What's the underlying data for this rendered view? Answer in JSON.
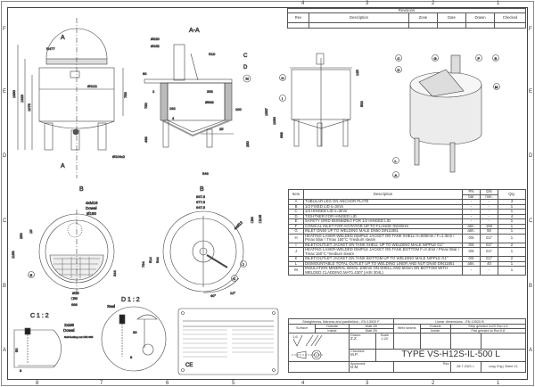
{
  "zones": {
    "top": [
      "4",
      "3",
      "2",
      "1"
    ],
    "bottom": [
      "8",
      "7",
      "6",
      "5",
      "4",
      "3",
      "2",
      "1"
    ],
    "left": [
      "F",
      "E",
      "D",
      "C",
      "B",
      "A"
    ],
    "right": [
      "F",
      "E",
      "D",
      "C",
      "B",
      "A"
    ]
  },
  "revisions": {
    "title": "Revisions",
    "headers": [
      "Rev",
      "Description",
      "Zone",
      "Date",
      "Drawn",
      "Checked"
    ]
  },
  "views": {
    "front": {
      "section_a": "A",
      "section_b": "B",
      "labels": [
        "R477",
        "1880",
        "1323",
        "1078",
        "756",
        "Ø1111",
        "Ø104x2"
      ]
    },
    "section_aa": {
      "title": "A-A",
      "labels": [
        "Ø220",
        "Ø152",
        "R10",
        "80",
        "353",
        "Ø892",
        "2",
        "192",
        "4",
        "750",
        "100",
        "498",
        "25",
        "250",
        "546",
        "C",
        "D",
        "M"
      ]
    },
    "side": {
      "labels": [
        "125",
        "1587",
        "1090",
        "698",
        "500",
        "H",
        "I"
      ]
    },
    "iso": {
      "labels": [
        "C",
        "G",
        "F",
        "B",
        "D",
        "M",
        "L",
        "A"
      ]
    },
    "top_view": {
      "labels": [
        "4xM16",
        "Dowel",
        "Ø180",
        "1158",
        "250",
        "15",
        "344",
        "Ø25",
        "□55",
        "666",
        "E",
        "B"
      ]
    },
    "bottom_view": {
      "title": "B",
      "labels": [
        "867.5",
        "677.5",
        "647.5",
        "4xØ12",
        "□80",
        "□105",
        "764",
        "514",
        "544",
        "40°",
        "12°",
        "J",
        "K"
      ]
    },
    "detail_c": {
      "title": "C 1 : 2",
      "labels": [
        "2xM6",
        "Dowel",
        "Self-locking nut DIN 985",
        "50",
        "8"
      ]
    },
    "detail_d": {
      "title": "D 1 : 2",
      "labels": [
        "Seal",
        "33",
        "8"
      ]
    },
    "nameplate": {
      "mark": "CE"
    }
  },
  "parts": {
    "headers": {
      "item": "Item",
      "description": "Description",
      "pn": "PN",
      "dn": "DN",
      "pn_unit": "bar",
      "dn_unit": "mm.",
      "qty": "Qty."
    },
    "rows": [
      {
        "item": "A",
        "description": "TUBULAR LEG ON ANCHOR PLATE",
        "pn": "-",
        "dn": "-",
        "qty": "3"
      },
      {
        "item": "B",
        "description": "1/2 FIXED LID s=3mm",
        "pn": "-",
        "dn": "-",
        "qty": "1"
      },
      {
        "item": "C",
        "description": "1/2 HINGED LID s=3mm",
        "pn": "-",
        "dn": "-",
        "qty": "1"
      },
      {
        "item": "D",
        "description": "TIGHTNER FOR HINGED LID",
        "pn": "-",
        "dn": "-",
        "qty": "4"
      },
      {
        "item": "E",
        "description": "SAFETY GRID 55X55/Ø5.0 FOR 1/2 HINGED LID",
        "pn": "-",
        "dn": "-",
        "qty": "1"
      },
      {
        "item": "F",
        "description": "CONICAL INLET FOR AGITATOR UP TO FLANGE Φ220mm",
        "pn": "atm.",
        "dn": "150",
        "qty": "1"
      },
      {
        "item": "G",
        "description": "INLET DN50 UP TO WELDING MALE DN50 DIN11851",
        "pn": "atm.",
        "dn": "50",
        "qty": "1"
      },
      {
        "item": "H",
        "description": "HEATING LASER-WELDED DIMPLE JACKET ON TANK SHELL H=500mm / F=1.3m2 / Pmax 5bar / Tmax 150°C *medium steam",
        "pn": "0/5",
        "dn": "G1\"",
        "qty": "1"
      },
      {
        "item": "I",
        "description": "INLET/OUTLET JACKET ON TANK SHELL UP TO WELDING MALE NIPPLE G1\"",
        "pn": "0/5",
        "dn": "G1\"",
        "qty": "2"
      },
      {
        "item": "J",
        "description": "HEATING LASER-WELDED DIMPLE JACKET ON TANK BOTTOM F=0.3m2 / Pmax 5bar / Tmax 150°C *medium steam",
        "pn": "0/5",
        "dn": "G1\"",
        "qty": "1"
      },
      {
        "item": "K",
        "description": "INLET/OUTLET JACKET ON TANK BOTTOM UP TO WELDING MALE NIPPLE G1\"",
        "pn": "0/5",
        "dn": "G1\"",
        "qty": "2"
      },
      {
        "item": "L",
        "description": "DISMOUNTABLE TOTAL OUTLET UP TO WELDING LINER AND NUT DN40 DIN11851",
        "pn": "atm.",
        "dn": "40",
        "qty": "1"
      },
      {
        "item": "M",
        "description": "INSULATION MINERAL WOOL 100mm ON SHELL AND 50mm ON BOTTOM WITH WELDED CLADDING MAT1.4307 (AISI 304L)",
        "pn": "-",
        "dn": "-",
        "qty": "1"
      }
    ]
  },
  "title_block": {
    "straightness": "Straightness, flatness and parallelism - EN 13920 F",
    "linear": "Linear dimensions - EN 13920 B",
    "surface": "Surface",
    "outside": "Outside",
    "inside": "Inside",
    "matt_out": "Matt 2B",
    "matt_in": "Matt 2B",
    "weld": "Weld seams",
    "weld_out": "Strip grinded 2x20 Ra<1.6",
    "weld_in": "Flat grinded to Ra<0.8",
    "roughness": "1,6",
    "drawn_label": "Drawn:",
    "drawn": "Z.Z.",
    "scale_label": "Scale",
    "scale": "1:20",
    "checked_label": "Checked:",
    "checked": "M.P.",
    "approved_label": "Approved:",
    "approved": "D.M.",
    "type": "TYPE VS-H12S-IL-500 L",
    "rev_label": "Rev",
    "date": "28.7.2021 r.",
    "lang_label": "Lang.",
    "lang": "Eng",
    "sheet_label": "Sheet",
    "sheet": "1/1"
  }
}
